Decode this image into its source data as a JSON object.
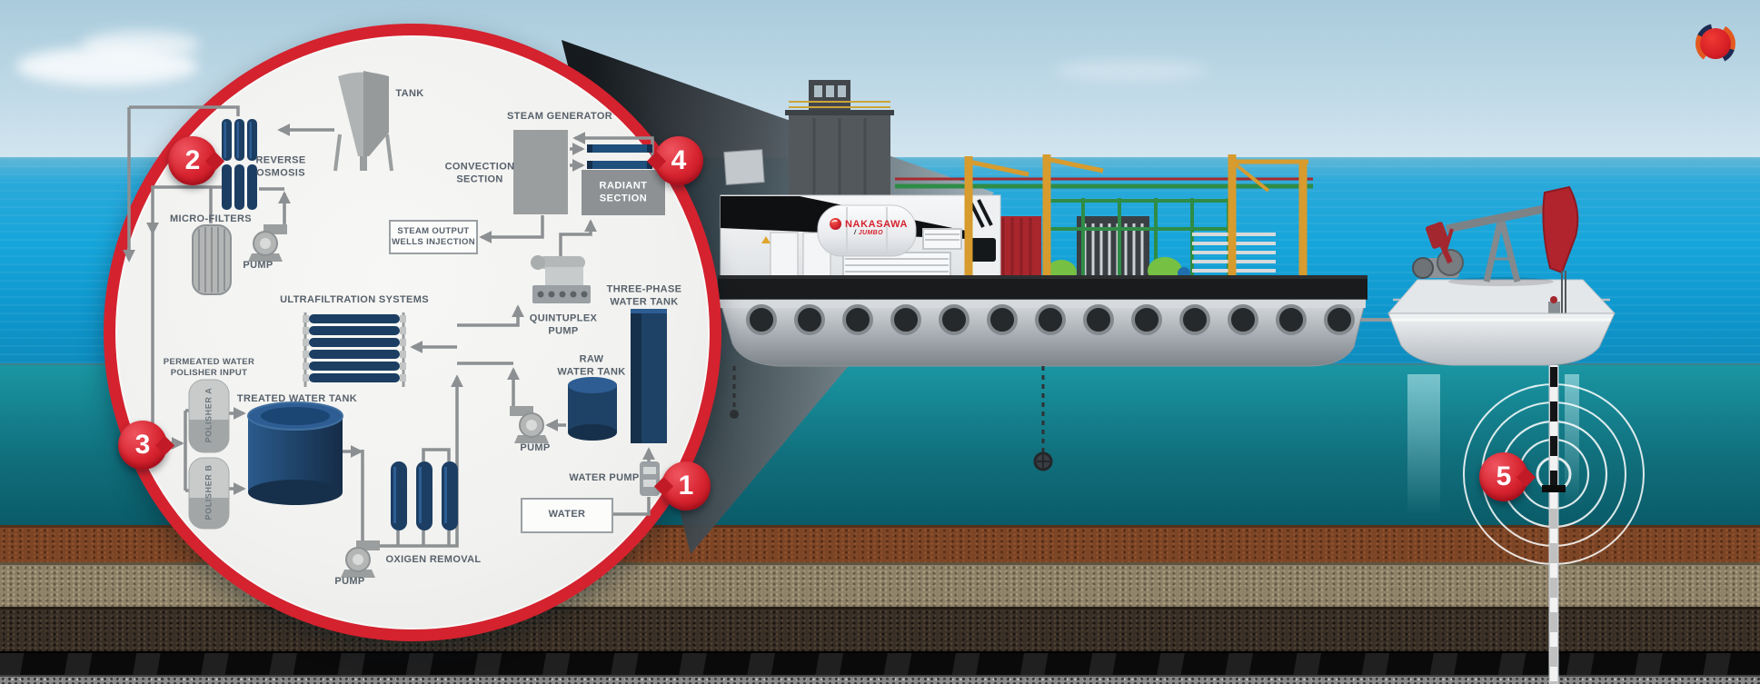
{
  "badges": {
    "b1": "1",
    "b2": "2",
    "b3": "3",
    "b4": "4",
    "b5": "5"
  },
  "barge": {
    "brand": "NAKASAWA",
    "brand_sub": "JUMBO"
  },
  "diagram": {
    "labels": {
      "tank": "TANK",
      "reverse_osmosis": "REVERSE\nOSMOSIS",
      "micro_filters": "MICRO-FILTERS",
      "pump": "PUMP",
      "steam_generator": "STEAM GENERATOR",
      "convection_section": "CONVECTION\nSECTION",
      "radiant_section": "RADIANT\nSECTION",
      "steam_output": "STEAM OUTPUT\nWELLS INJECTION",
      "ultrafiltration": "ULTRAFILTRATION SYSTEMS",
      "permeated": "PERMEATED WATER\nPOLISHER INPUT",
      "treated_water_tank": "TREATED WATER TANK",
      "polisher_a": "POLISHER A",
      "polisher_b": "POLISHER B",
      "quintuplex_pump": "QUINTUPLEX\nPUMP",
      "three_phase": "THREE-PHASE\nWATER TANK",
      "raw_water_tank": "RAW\nWATER TANK",
      "water_pump": "WATER PUMP",
      "water": "WATER",
      "oxygen_removal": "OXIGEN REMOVAL"
    }
  },
  "colors": {
    "accent_red": "#d4222e",
    "navy": "#1e4166",
    "pipe_gray": "#8c9092",
    "sonar_white": "#ffffff"
  }
}
